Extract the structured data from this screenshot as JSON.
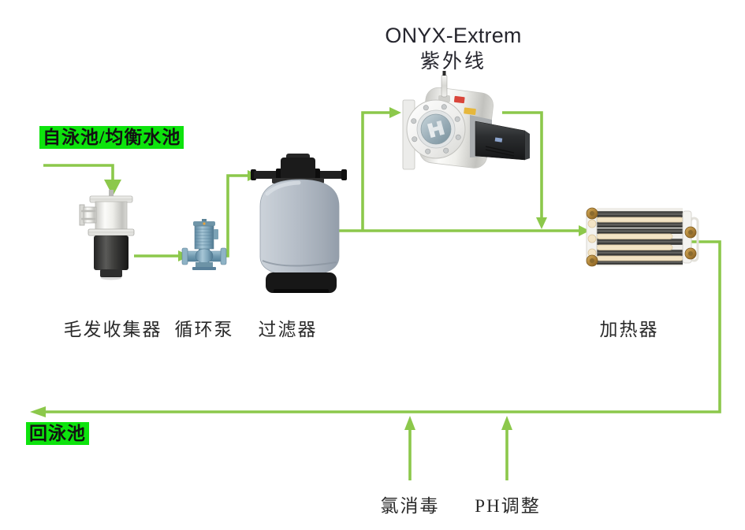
{
  "colors": {
    "flow_line": "#8CC84B",
    "label_highlight": "#0DE30D",
    "text_color": "#26262E"
  },
  "header": {
    "title": "ONYX-Extrem",
    "subtitle": "紫外线"
  },
  "labels": {
    "source": "自泳池/均衡水池",
    "return": "回泳池",
    "hair_collector": "毛发收集器",
    "pump": "循环泵",
    "filter": "过滤器",
    "heater": "加热器",
    "chlorine": "氯消毒",
    "ph": "PH调整"
  }
}
